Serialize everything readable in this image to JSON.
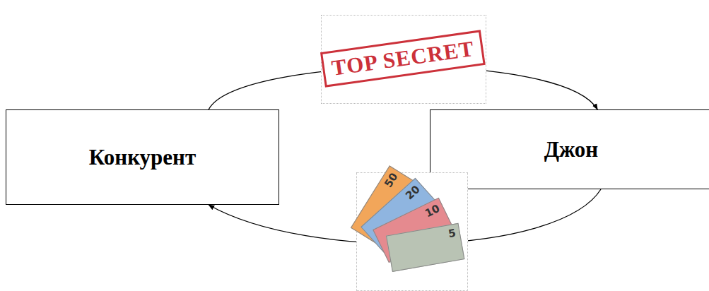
{
  "diagram": {
    "nodes": [
      {
        "text": [
          "Конкурент"
        ]
      },
      {
        "text": [
          "Джон"
        ]
      }
    ],
    "edges": [
      {
        "from": 0,
        "to": 1,
        "arrow": "to",
        "label": "TOP SECRET"
      },
      {
        "from": 1,
        "to": 0,
        "arrow": "to"
      }
    ],
    "labels": [
      "50",
      "20",
      "10",
      "5"
    ]
  }
}
